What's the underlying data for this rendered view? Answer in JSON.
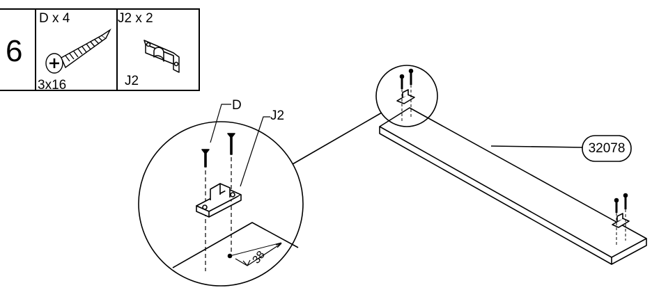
{
  "step": {
    "number": "6"
  },
  "parts": [
    {
      "id": "D",
      "count_label": "D x 4",
      "size_label": "3x16",
      "icon": "screw-icon"
    },
    {
      "id": "J2",
      "count_label": "J2 x 2",
      "size_label": "J2",
      "icon": "bracket-icon"
    }
  ],
  "callouts": {
    "screw_label": "D",
    "bracket_label": "J2",
    "dimension": "38",
    "part_number": "32078"
  }
}
